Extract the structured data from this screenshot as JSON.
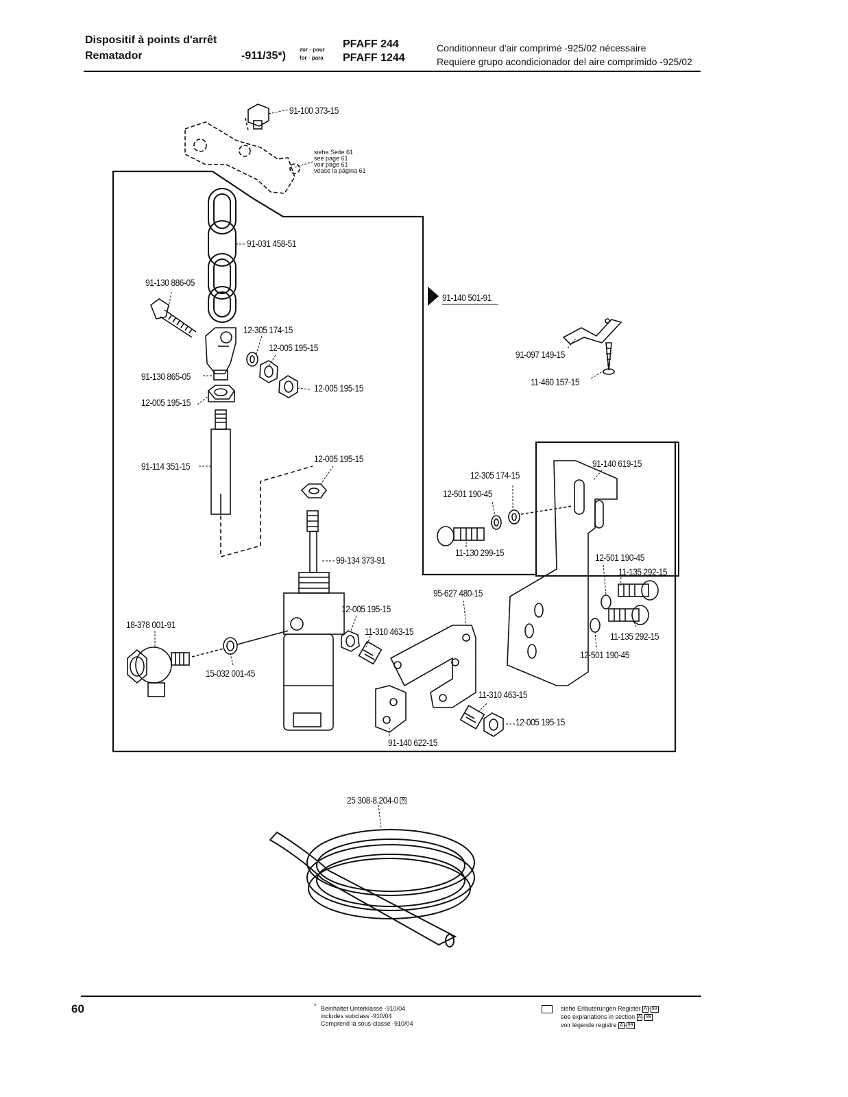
{
  "header": {
    "title_fr": "Dispositif à points d'arrêt",
    "title_es": "Rematador",
    "subclass": "-911/35*)",
    "zur_pour": "zur · pour",
    "for_para": "for · para",
    "model_1": "PFAFF  244",
    "model_2": "PFAFF 1244",
    "note_fr": "Conditionneur d'air comprimé -925/02 nécessaire",
    "note_es": "Requiere grupo acondicionador del aire comprimido -925/02"
  },
  "see_page": {
    "de": "siehe Seite 61",
    "en": "see page 61",
    "fr": "voir page 61",
    "es": "véase la página 61"
  },
  "parts": {
    "p1": "91-100 373-15",
    "p2": "91-031 458-51",
    "p3": "91-130 886-05",
    "p4": "91-140 501-91",
    "p5": "12-305 174-15",
    "p6": "12-005 195-15",
    "p7": "91-097 149-15",
    "p8": "91-130 865-05",
    "p9": "12-005 195-15",
    "p10": "11-460 157-15",
    "p11": "12-005 195-15",
    "p12": "91-114 351-15",
    "p13": "12-005 195-15",
    "p14": "91-140 619-15",
    "p15": "12-305 174-15",
    "p16": "12-501 190-45",
    "p17": "99-134 373-91",
    "p18": "11-130 299-15",
    "p19": "12-501 190-45",
    "p20": "11-135 292-15",
    "p21": "95-627 480-15",
    "p22": "12-005 195-15",
    "p23": "18-378 001-91",
    "p24": "11-310 463-15",
    "p25": "11-135 292-15",
    "p26": "15-032 001-45",
    "p27": "12-501 190-45",
    "p28": "11-310 463-15",
    "p29": "12-005 195-15",
    "p30": "91-140 622-15",
    "p31": "25 308-8.204-0",
    "p31_badge": "96"
  },
  "footer": {
    "page_number": "60",
    "footnote_de": "Beinhaltet Unterklasse -910/04",
    "footnote_en": "includes subclass -910/04",
    "footnote_fr": "Comprend la sous-classe -910/04",
    "legend_de": "siehe Erläuterungen Register",
    "legend_en": "see explanations in section",
    "legend_fr": "voir légende registre",
    "legend_badge_a": "A",
    "legend_badge_b": "99"
  }
}
